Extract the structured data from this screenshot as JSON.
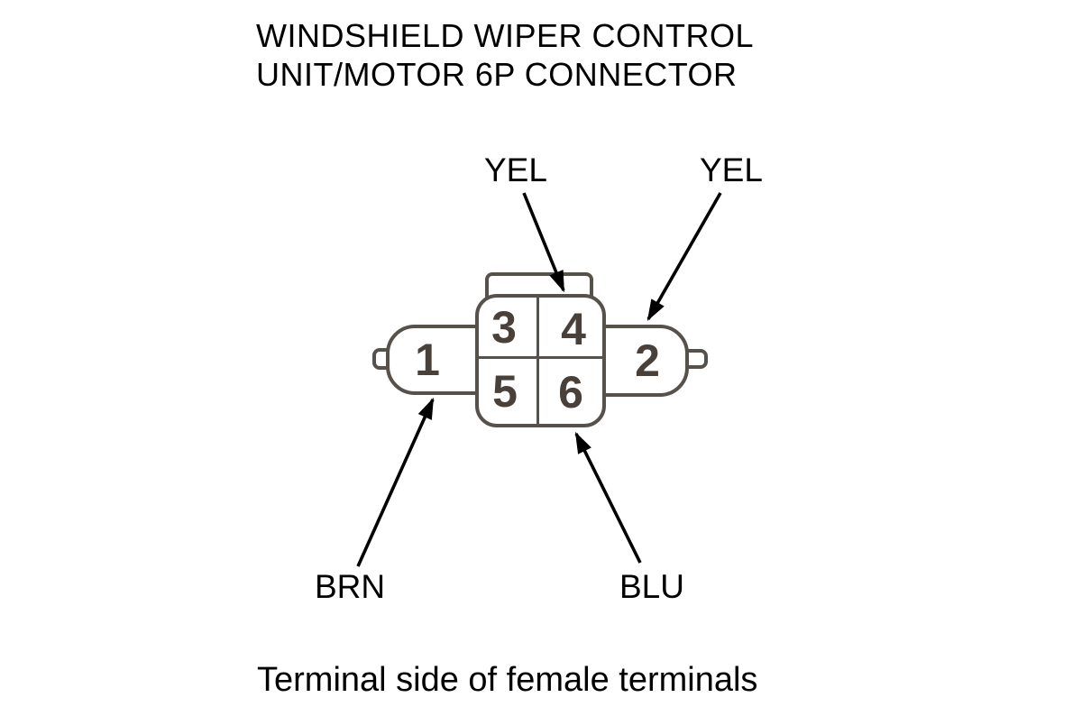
{
  "title": {
    "line1": "WINDSHIELD WIPER CONTROL",
    "line2": "UNIT/MOTOR 6P CONNECTOR"
  },
  "caption": "Terminal side of female terminals",
  "connector": {
    "name": "Windshield wiper control unit/motor 6P connector",
    "view": "terminal side, female terminals",
    "terminals": [
      {
        "number": "1"
      },
      {
        "number": "2"
      },
      {
        "number": "3"
      },
      {
        "number": "4"
      },
      {
        "number": "5"
      },
      {
        "number": "6"
      }
    ]
  },
  "wire_labels": [
    {
      "text": "YEL",
      "points_to": "terminal-4"
    },
    {
      "text": "YEL",
      "points_to": "terminal-2"
    },
    {
      "text": "BRN",
      "points_to": "terminal-1"
    },
    {
      "text": "BLU",
      "points_to": "terminal-6"
    }
  ],
  "colors": {
    "background": "#ffffff",
    "text": "#000000",
    "outline": "#56514b",
    "terminal_text": "#494139",
    "arrow": "#000000"
  }
}
